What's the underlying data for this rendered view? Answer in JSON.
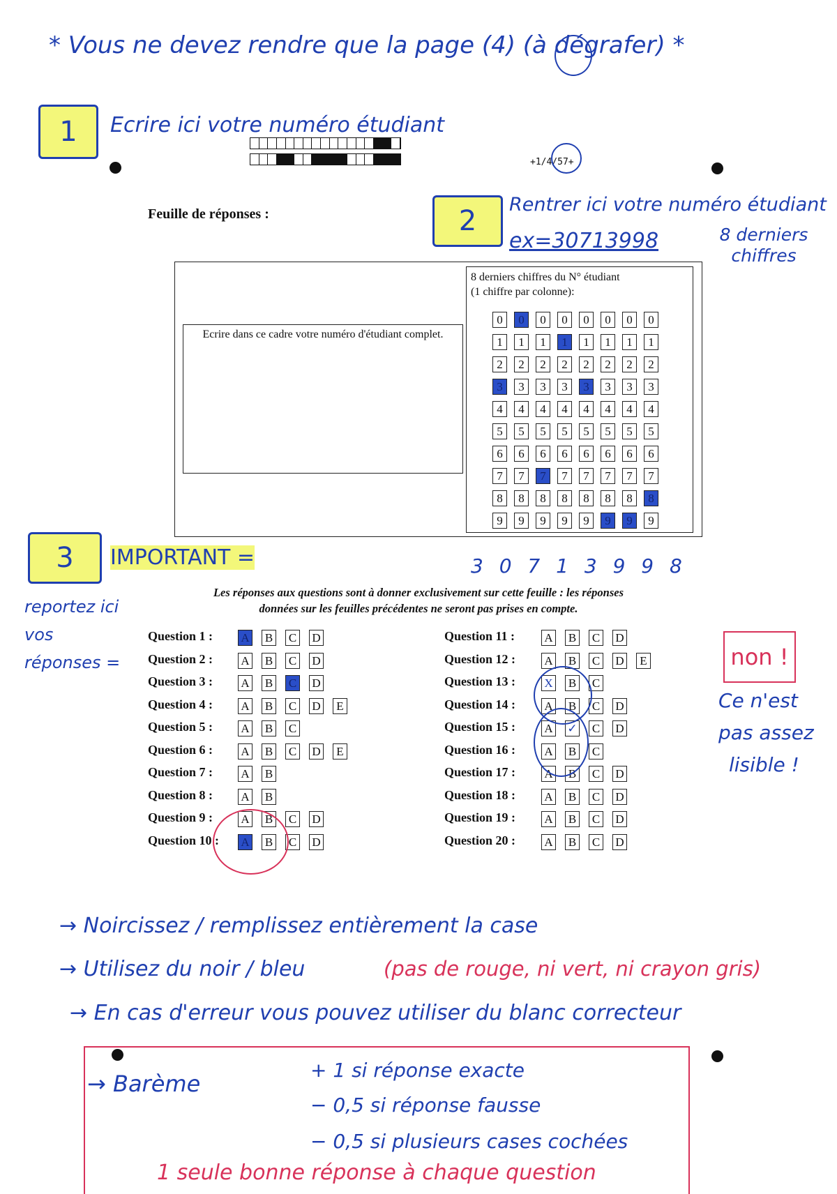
{
  "header_note": "* Vous ne devez rendre que la page (4) (à dégrafer) *",
  "colors": {
    "ink_blue": "#1f3fb0",
    "ink_red": "#d8325a",
    "highlighter": "#f3f77a",
    "fill_blue": "#2a4ec8"
  },
  "step1": {
    "number": "1",
    "note": "Ecrire ici votre numéro étudiant"
  },
  "page_code": "+1/4/57+",
  "sheet_title": "Feuille de réponses :",
  "step2": {
    "number": "2",
    "note": "Rentrer ici votre numéro étudiant",
    "example": "ex=30713998",
    "side_note": "8 derniers chiffres"
  },
  "write_box_text": "Ecrire dans ce cadre votre numéro d'étudiant complet.",
  "digits_box": {
    "header_line1": "8 derniers chiffres du N° étudiant",
    "header_line2": "(1 chiffre par colonne):",
    "digits": [
      "0",
      "1",
      "2",
      "3",
      "4",
      "5",
      "6",
      "7",
      "8",
      "9"
    ],
    "selected": [
      3,
      0,
      7,
      1,
      3,
      9,
      9,
      8
    ]
  },
  "digit_annotation": "3 0 7 1 3 9 9 8",
  "step3": {
    "number": "3",
    "note": "IMPORTANT =",
    "side_note": "reportez ici vos réponses ="
  },
  "instruction_line1": "Les réponses aux questions sont à donner exclusivement sur cette feuille : les réponses",
  "instruction_line2": "données sur les feuilles précédentes ne seront pas prises en compte.",
  "questions": [
    {
      "label": "Question 1 :",
      "options": [
        "A",
        "B",
        "C",
        "D"
      ],
      "filled": [
        "A"
      ]
    },
    {
      "label": "Question 2 :",
      "options": [
        "A",
        "B",
        "C",
        "D"
      ],
      "filled": []
    },
    {
      "label": "Question 3 :",
      "options": [
        "A",
        "B",
        "C",
        "D"
      ],
      "filled": [
        "C"
      ]
    },
    {
      "label": "Question 4 :",
      "options": [
        "A",
        "B",
        "C",
        "D",
        "E"
      ],
      "filled": []
    },
    {
      "label": "Question 5 :",
      "options": [
        "A",
        "B",
        "C"
      ],
      "filled": []
    },
    {
      "label": "Question 6 :",
      "options": [
        "A",
        "B",
        "C",
        "D",
        "E"
      ],
      "filled": []
    },
    {
      "label": "Question 7 :",
      "options": [
        "A",
        "B"
      ],
      "filled": []
    },
    {
      "label": "Question 8 :",
      "options": [
        "A",
        "B"
      ],
      "filled": []
    },
    {
      "label": "Question 9 :",
      "options": [
        "A",
        "B",
        "C",
        "D"
      ],
      "filled": []
    },
    {
      "label": "Question 10 :",
      "options": [
        "A",
        "B",
        "C",
        "D"
      ],
      "filled": [
        "A"
      ]
    },
    {
      "label": "Question 11 :",
      "options": [
        "A",
        "B",
        "C",
        "D"
      ],
      "filled": []
    },
    {
      "label": "Question 12 :",
      "options": [
        "A",
        "B",
        "C",
        "D",
        "E"
      ],
      "filled": []
    },
    {
      "label": "Question 13 :",
      "options": [
        "A",
        "B",
        "C"
      ],
      "filled": [],
      "crossed": [
        "A"
      ]
    },
    {
      "label": "Question 14 :",
      "options": [
        "A",
        "B",
        "C",
        "D"
      ],
      "filled": []
    },
    {
      "label": "Question 15 :",
      "options": [
        "A",
        "B",
        "C",
        "D"
      ],
      "filled": [],
      "checked": [
        "B"
      ]
    },
    {
      "label": "Question 16 :",
      "options": [
        "A",
        "B",
        "C"
      ],
      "filled": []
    },
    {
      "label": "Question 17 :",
      "options": [
        "A",
        "B",
        "C",
        "D"
      ],
      "filled": []
    },
    {
      "label": "Question 18 :",
      "options": [
        "A",
        "B",
        "C",
        "D"
      ],
      "filled": []
    },
    {
      "label": "Question 19 :",
      "options": [
        "A",
        "B",
        "C",
        "D"
      ],
      "filled": []
    },
    {
      "label": "Question 20 :",
      "options": [
        "A",
        "B",
        "C",
        "D"
      ],
      "filled": []
    }
  ],
  "wrong_note": {
    "title": "non !",
    "body_line1": "Ce n'est",
    "body_line2": "pas assez",
    "body_line3": "lisible !"
  },
  "rules": [
    "→ Noircissez / remplissez entièrement la case",
    "→ Utilisez du noir / bleu",
    "(pas de rouge, ni vert, ni crayon gris)",
    "→ En cas d'erreur vous pouvez utiliser du blanc correcteur"
  ],
  "bareme": {
    "title": "→ Barème",
    "lines": [
      "+ 1  si réponse exacte",
      "− 0,5  si réponse fausse",
      "− 0,5  si plusieurs cases cochées"
    ],
    "footer": "1 seule bonne réponse à chaque question"
  }
}
